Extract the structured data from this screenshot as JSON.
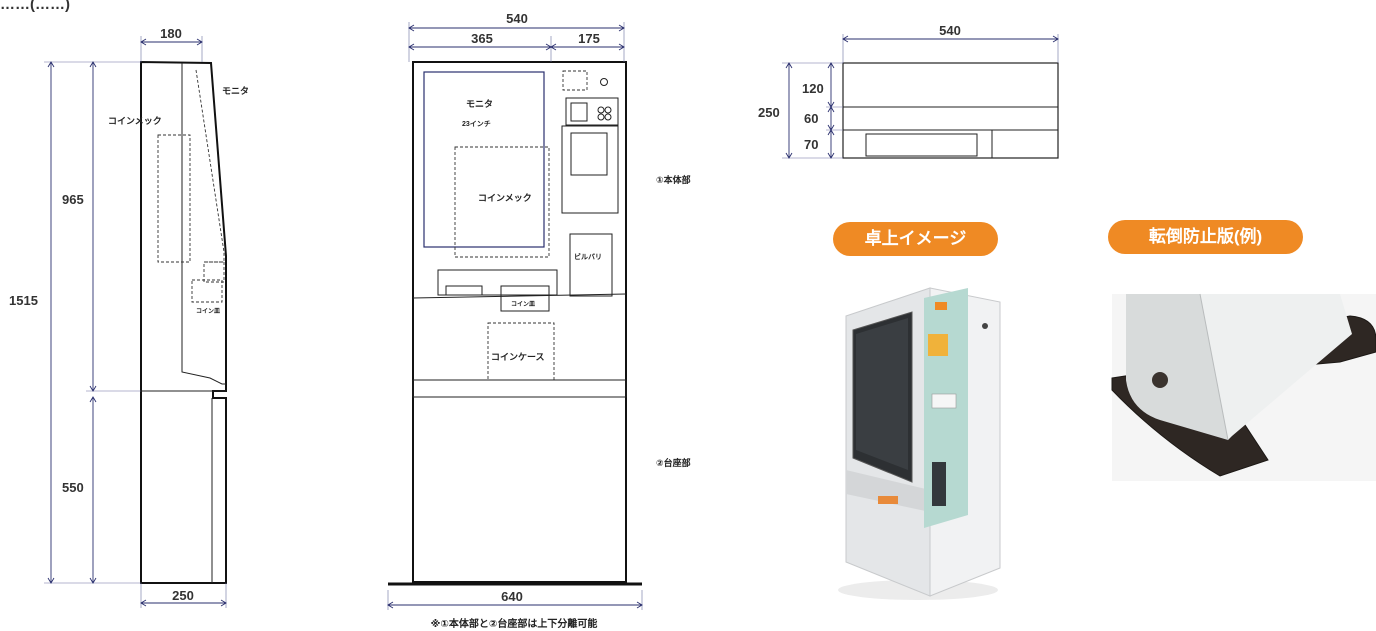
{
  "page": {
    "header_fragment": "……(……)"
  },
  "side_view": {
    "dim_top": "180",
    "dim_upper": "965",
    "dim_total": "1515",
    "dim_lower": "550",
    "dim_bottom": "250",
    "label_monitor": "モニタ",
    "label_coinmech": "コインメック",
    "label_coin_tray": "コイン皿"
  },
  "front_view": {
    "dim_width": "540",
    "dim_left": "365",
    "dim_right": "175",
    "dim_base": "640",
    "label_monitor": "モニタ",
    "label_size": "23インチ",
    "label_coinmech": "コインメック",
    "label_bill": "ビルバリ",
    "label_coin_tray": "コイン皿",
    "label_coin_case": "コインケース",
    "label_main_unit": "①本体部",
    "label_base_unit": "②台座部",
    "note": "※①本体部と②台座部は上下分離可能"
  },
  "top_view": {
    "dim_width": "540",
    "dim_total": "250",
    "dim_a": "120",
    "dim_b": "60",
    "dim_c": "70"
  },
  "photos": {
    "tabletop_label": "卓上イメージ",
    "anti_tip_label": "転倒防止版(例)"
  },
  "colors": {
    "accent": "#ef8a24",
    "line": "#2a2f6e"
  }
}
